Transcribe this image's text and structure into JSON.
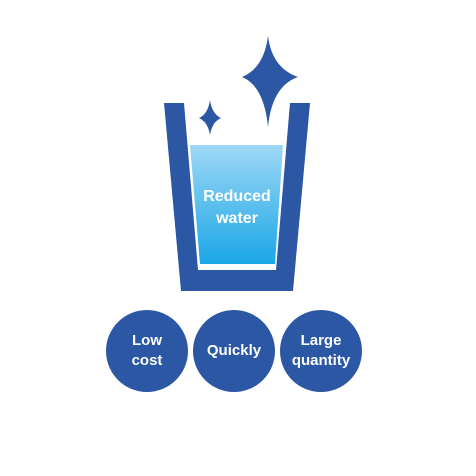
{
  "colors": {
    "glass": "#2b57a4",
    "water_top": "#9ed8f5",
    "water_bottom": "#1ba7e6",
    "circle": "#2b57a4",
    "text": "#ffffff"
  },
  "water": {
    "label_line1": "Reduced",
    "label_line2": "water"
  },
  "features": [
    {
      "line1": "Low",
      "line2": "cost"
    },
    {
      "line1": "Quickly",
      "line2": ""
    },
    {
      "line1": "Large",
      "line2": "quantity"
    }
  ],
  "icons": [
    "glass-icon",
    "sparkle-large-icon",
    "sparkle-small-icon"
  ]
}
